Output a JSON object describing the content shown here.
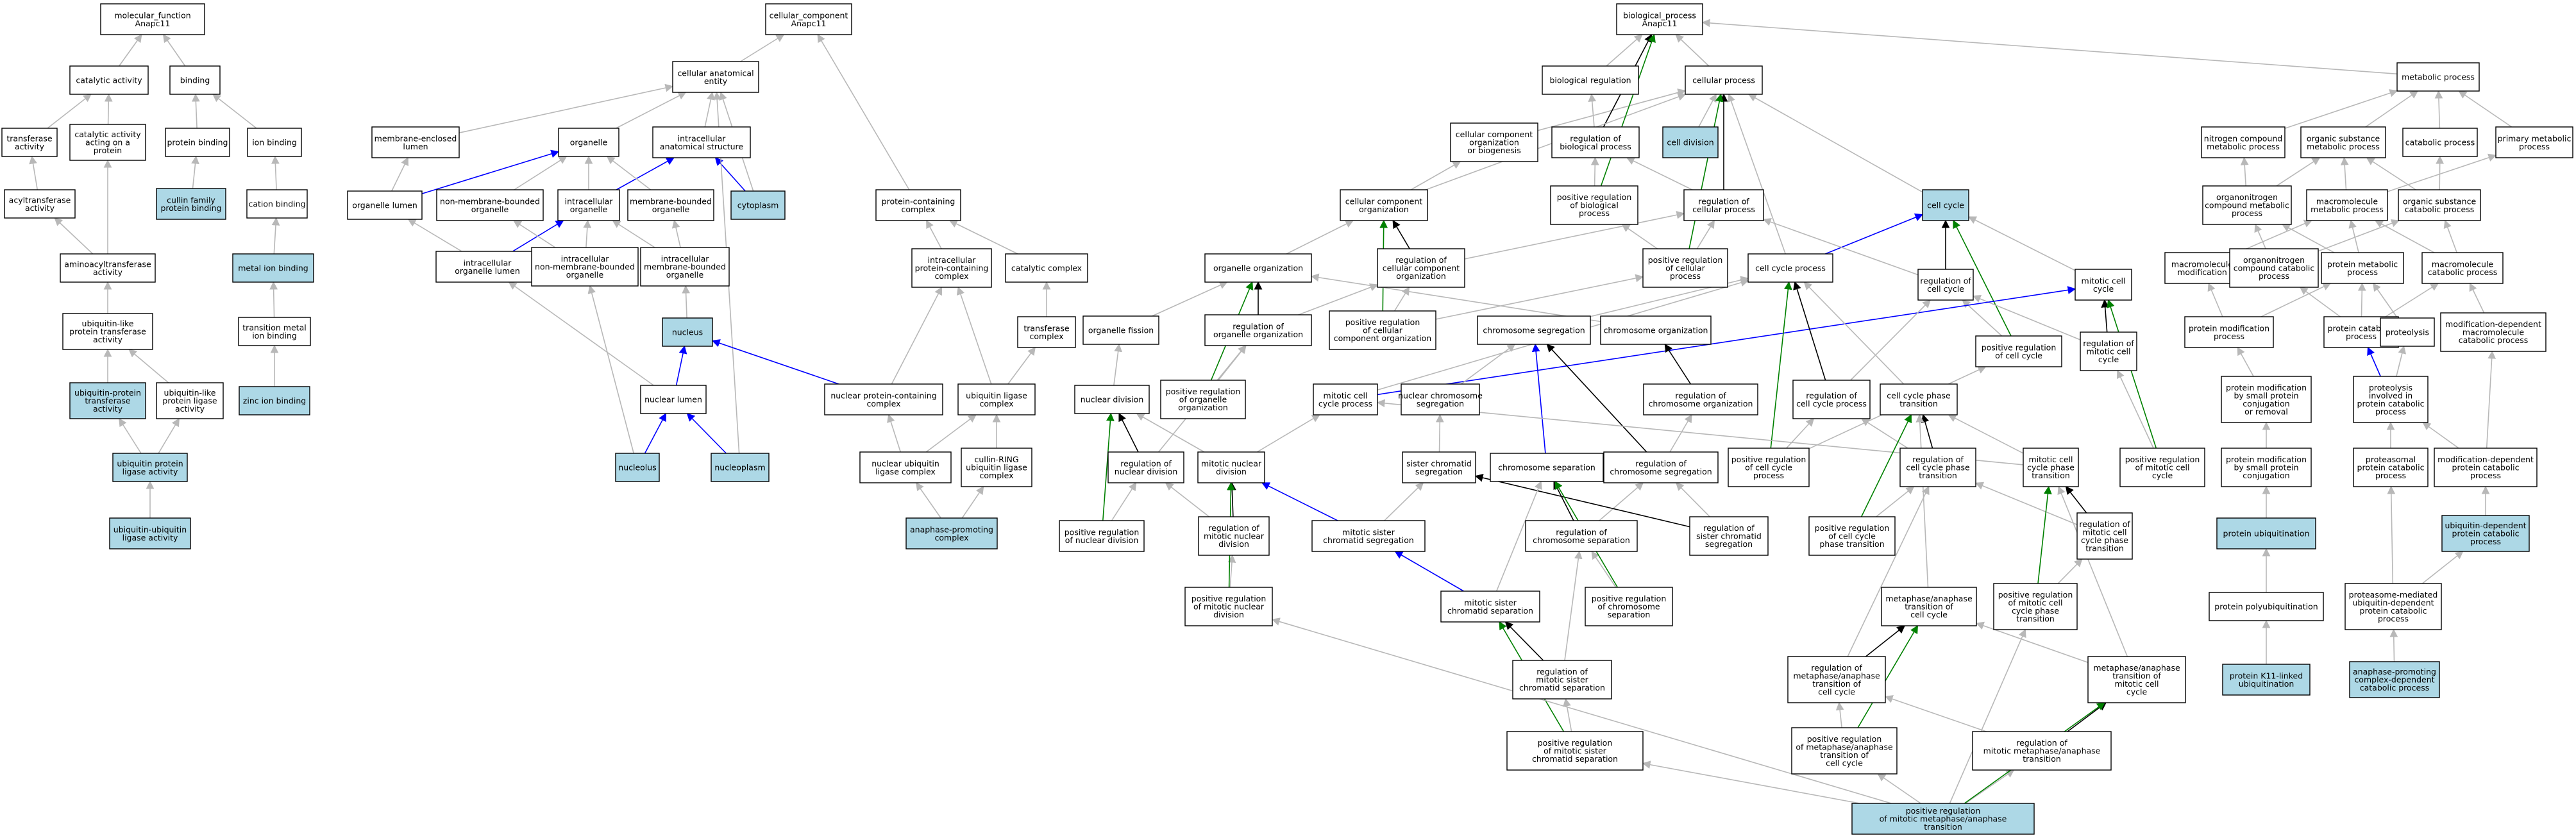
{
  "colors": {
    "plain_fill": "#ffffff",
    "highlight_fill": "#add8e6",
    "edge_default": "#b8b8b8",
    "edge_part_of": "#0000ff",
    "edge_regulates": "#008000",
    "edge_strong": "#000000"
  },
  "nodes": {
    "mf": {
      "lines": [
        "molecular_function",
        "Anapc11"
      ],
      "hl": false
    },
    "cc": {
      "lines": [
        "cellular_component",
        "Anapc11"
      ],
      "hl": false
    },
    "bp": {
      "lines": [
        "biological_process",
        "Anapc11"
      ],
      "hl": false
    },
    "catalytic": {
      "lines": [
        "catalytic activity"
      ],
      "hl": false
    },
    "binding": {
      "lines": [
        "binding"
      ],
      "hl": false
    },
    "transferase": {
      "lines": [
        "transferase",
        "activity"
      ],
      "hl": false
    },
    "cat_acting_protein": {
      "lines": [
        "catalytic activity",
        "acting on a",
        "protein"
      ],
      "hl": false
    },
    "protein_binding": {
      "lines": [
        "protein binding"
      ],
      "hl": false
    },
    "ion_binding": {
      "lines": [
        "ion binding"
      ],
      "hl": false
    },
    "acyltransferase": {
      "lines": [
        "acyltransferase",
        "activity"
      ],
      "hl": false
    },
    "cullin_binding": {
      "lines": [
        "cullin family",
        "protein binding"
      ],
      "hl": true
    },
    "cation_binding": {
      "lines": [
        "cation binding"
      ],
      "hl": false
    },
    "aminoacyltransferase": {
      "lines": [
        "aminoacyltransferase",
        "activity"
      ],
      "hl": false
    },
    "metal_ion_binding": {
      "lines": [
        "metal ion binding"
      ],
      "hl": true
    },
    "ubl_transferase": {
      "lines": [
        "ubiquitin-like",
        "protein transferase",
        "activity"
      ],
      "hl": false
    },
    "transition_metal": {
      "lines": [
        "transition metal",
        "ion binding"
      ],
      "hl": false
    },
    "ub_transferase": {
      "lines": [
        "ubiquitin-protein",
        "transferase",
        "activity"
      ],
      "hl": true
    },
    "ubl_ligase": {
      "lines": [
        "ubiquitin-like",
        "protein ligase",
        "activity"
      ],
      "hl": false
    },
    "zinc": {
      "lines": [
        "zinc ion binding"
      ],
      "hl": true
    },
    "ub_ligase": {
      "lines": [
        "ubiquitin protein",
        "ligase activity"
      ],
      "hl": true
    },
    "ub_ub_ligase": {
      "lines": [
        "ubiquitin-ubiquitin",
        "ligase activity"
      ],
      "hl": true
    },
    "cae": {
      "lines": [
        "cellular anatomical",
        "entity"
      ],
      "hl": false
    },
    "membrane_lumen": {
      "lines": [
        "membrane-enclosed",
        "lumen"
      ],
      "hl": false
    },
    "organelle": {
      "lines": [
        "organelle"
      ],
      "hl": false
    },
    "intracellular_struct": {
      "lines": [
        "intracellular",
        "anatomical structure"
      ],
      "hl": false
    },
    "organelle_lumen": {
      "lines": [
        "organelle lumen"
      ],
      "hl": false
    },
    "nonmem_org": {
      "lines": [
        "non-membrane-bounded",
        "organelle"
      ],
      "hl": false
    },
    "intra_org": {
      "lines": [
        "intracellular",
        "organelle"
      ],
      "hl": false
    },
    "mem_org": {
      "lines": [
        "membrane-bounded",
        "organelle"
      ],
      "hl": false
    },
    "cytoplasm": {
      "lines": [
        "cytoplasm"
      ],
      "hl": true
    },
    "intra_org_lumen": {
      "lines": [
        "intracellular",
        "organelle lumen"
      ],
      "hl": false
    },
    "intra_nonmem_org": {
      "lines": [
        "intracellular",
        "non-membrane-bounded",
        "organelle"
      ],
      "hl": false
    },
    "intra_mem_org": {
      "lines": [
        "intracellular",
        "membrane-bounded",
        "organelle"
      ],
      "hl": false
    },
    "nucleus": {
      "lines": [
        "nucleus"
      ],
      "hl": true
    },
    "nuclear_lumen": {
      "lines": [
        "nuclear lumen"
      ],
      "hl": false
    },
    "nucleolus": {
      "lines": [
        "nucleolus"
      ],
      "hl": true
    },
    "nucleoplasm": {
      "lines": [
        "nucleoplasm"
      ],
      "hl": true
    },
    "pcc": {
      "lines": [
        "protein-containing",
        "complex"
      ],
      "hl": false
    },
    "intra_pcc": {
      "lines": [
        "intracellular",
        "protein-containing",
        "complex"
      ],
      "hl": false
    },
    "catalytic_complex": {
      "lines": [
        "catalytic complex"
      ],
      "hl": false
    },
    "transferase_complex": {
      "lines": [
        "transferase",
        "complex"
      ],
      "hl": false
    },
    "nuclear_pcc": {
      "lines": [
        "nuclear protein-containing",
        "complex"
      ],
      "hl": false
    },
    "ub_ligase_complex": {
      "lines": [
        "ubiquitin ligase",
        "complex"
      ],
      "hl": false
    },
    "nuclear_ub_ligase_complex": {
      "lines": [
        "nuclear ubiquitin",
        "ligase complex"
      ],
      "hl": false
    },
    "cullin_ring": {
      "lines": [
        "cullin-RING",
        "ubiquitin ligase",
        "complex"
      ],
      "hl": false
    },
    "apc": {
      "lines": [
        "anaphase-promoting",
        "complex"
      ],
      "hl": true
    },
    "bio_reg": {
      "lines": [
        "biological regulation"
      ],
      "hl": false
    },
    "cellular_process": {
      "lines": [
        "cellular process"
      ],
      "hl": false
    },
    "ccob": {
      "lines": [
        "cellular component",
        "organization",
        "or biogenesis"
      ],
      "hl": false
    },
    "reg_bio": {
      "lines": [
        "regulation of",
        "biological process"
      ],
      "hl": false
    },
    "cell_division": {
      "lines": [
        "cell division"
      ],
      "hl": true
    },
    "ccorg": {
      "lines": [
        "cellular component",
        "organization"
      ],
      "hl": false
    },
    "pos_reg_bio": {
      "lines": [
        "positive regulation",
        "of biological",
        "process"
      ],
      "hl": false
    },
    "reg_cell_proc": {
      "lines": [
        "regulation of",
        "cellular process"
      ],
      "hl": false
    },
    "cell_cycle": {
      "lines": [
        "cell cycle"
      ],
      "hl": true
    },
    "org_org": {
      "lines": [
        "organelle organization"
      ],
      "hl": false
    },
    "reg_ccorg": {
      "lines": [
        "regulation of",
        "cellular component",
        "organization"
      ],
      "hl": false
    },
    "pos_reg_cell_proc": {
      "lines": [
        "positive regulation",
        "of cellular",
        "process"
      ],
      "hl": false
    },
    "cell_cycle_process": {
      "lines": [
        "cell cycle process"
      ],
      "hl": false
    },
    "reg_cell_cycle": {
      "lines": [
        "regulation of",
        "cell cycle"
      ],
      "hl": false
    },
    "mitotic_cell_cycle": {
      "lines": [
        "mitotic cell",
        "cycle"
      ],
      "hl": false
    },
    "org_fission": {
      "lines": [
        "organelle fission"
      ],
      "hl": false
    },
    "reg_org_org": {
      "lines": [
        "regulation of",
        "organelle organization"
      ],
      "hl": false
    },
    "pos_reg_ccorg": {
      "lines": [
        "positive regulation",
        "of cellular",
        "component organization"
      ],
      "hl": false
    },
    "chrom_seg": {
      "lines": [
        "chromosome segregation"
      ],
      "hl": false
    },
    "chrom_org": {
      "lines": [
        "chromosome organization"
      ],
      "hl": false
    },
    "pos_reg_cell_cycle": {
      "lines": [
        "positive regulation",
        "of cell cycle"
      ],
      "hl": false
    },
    "reg_mitotic_cc": {
      "lines": [
        "regulation of",
        "mitotic cell",
        "cycle"
      ],
      "hl": false
    },
    "nuclear_division": {
      "lines": [
        "nuclear division"
      ],
      "hl": false
    },
    "pos_reg_org_org": {
      "lines": [
        "positive regulation",
        "of organelle",
        "organization"
      ],
      "hl": false
    },
    "mitotic_ccp": {
      "lines": [
        "mitotic cell",
        "cycle process"
      ],
      "hl": false
    },
    "nuclear_chrom_seg": {
      "lines": [
        "nuclear chromosome",
        "segregation"
      ],
      "hl": false
    },
    "reg_chrom_org": {
      "lines": [
        "regulation of",
        "chromosome organization"
      ],
      "hl": false
    },
    "reg_ccp": {
      "lines": [
        "regulation of",
        "cell cycle process"
      ],
      "hl": false
    },
    "cc_phase_trans": {
      "lines": [
        "cell cycle phase",
        "transition"
      ],
      "hl": false
    },
    "reg_nuclear_div": {
      "lines": [
        "regulation of",
        "nuclear division"
      ],
      "hl": false
    },
    "mitotic_nuclear_div": {
      "lines": [
        "mitotic nuclear",
        "division"
      ],
      "hl": false
    },
    "sister_chromatid_seg": {
      "lines": [
        "sister chromatid",
        "segregation"
      ],
      "hl": false
    },
    "chrom_separation": {
      "lines": [
        "chromosome separation"
      ],
      "hl": false
    },
    "reg_chrom_seg": {
      "lines": [
        "regulation of",
        "chromosome segregation"
      ],
      "hl": false
    },
    "pos_reg_ccp": {
      "lines": [
        "positive regulation",
        "of cell cycle",
        "process"
      ],
      "hl": false
    },
    "reg_cc_phase_trans": {
      "lines": [
        "regulation of",
        "cell cycle phase",
        "transition"
      ],
      "hl": false
    },
    "mitotic_cc_phase_trans": {
      "lines": [
        "mitotic cell",
        "cycle phase",
        "transition"
      ],
      "hl": false
    },
    "pos_reg_mitotic_cc": {
      "lines": [
        "positive regulation",
        "of mitotic cell",
        "cycle"
      ],
      "hl": false
    },
    "pos_reg_nuclear_div": {
      "lines": [
        "positive regulation",
        "of nuclear division"
      ],
      "hl": false
    },
    "reg_mitotic_nuclear_div": {
      "lines": [
        "regulation of",
        "mitotic nuclear",
        "division"
      ],
      "hl": false
    },
    "mitotic_sister_seg": {
      "lines": [
        "mitotic sister",
        "chromatid segregation"
      ],
      "hl": false
    },
    "reg_chrom_separation": {
      "lines": [
        "regulation of",
        "chromosome separation"
      ],
      "hl": false
    },
    "reg_sister_seg": {
      "lines": [
        "regulation of",
        "sister chromatid",
        "segregation"
      ],
      "hl": false
    },
    "pos_reg_cc_phase_trans": {
      "lines": [
        "positive regulation",
        "of cell cycle",
        "phase transition"
      ],
      "hl": false
    },
    "reg_mitotic_cc_phase_trans": {
      "lines": [
        "regulation of",
        "mitotic cell",
        "cycle phase",
        "transition"
      ],
      "hl": false
    },
    "pos_reg_mitotic_nuclear_div": {
      "lines": [
        "positive regulation",
        "of mitotic nuclear",
        "division"
      ],
      "hl": false
    },
    "mitotic_sister_separation": {
      "lines": [
        "mitotic sister",
        "chromatid separation"
      ],
      "hl": false
    },
    "pos_reg_chrom_separation": {
      "lines": [
        "positive regulation",
        "of chromosome",
        "separation"
      ],
      "hl": false
    },
    "ma_trans_cc": {
      "lines": [
        "metaphase/anaphase",
        "transition of",
        "cell cycle"
      ],
      "hl": false
    },
    "pos_reg_mitotic_cc_phase_trans": {
      "lines": [
        "positive regulation",
        "of mitotic cell",
        "cycle phase",
        "transition"
      ],
      "hl": false
    },
    "reg_mitotic_sister_separation": {
      "lines": [
        "regulation of",
        "mitotic sister",
        "chromatid separation"
      ],
      "hl": false
    },
    "reg_ma_trans_cc": {
      "lines": [
        "regulation of",
        "metaphase/anaphase",
        "transition of",
        "cell cycle"
      ],
      "hl": false
    },
    "ma_trans_mitotic": {
      "lines": [
        "metaphase/anaphase",
        "transition of",
        "mitotic cell",
        "cycle"
      ],
      "hl": false
    },
    "pos_reg_mitotic_sister_separation": {
      "lines": [
        "positive regulation",
        "of mitotic sister",
        "chromatid separation"
      ],
      "hl": false
    },
    "pos_reg_ma_trans_cc": {
      "lines": [
        "positive regulation",
        "of metaphase/anaphase",
        "transition of",
        "cell cycle"
      ],
      "hl": false
    },
    "reg_mitotic_ma_trans": {
      "lines": [
        "regulation of",
        "mitotic metaphase/anaphase",
        "transition"
      ],
      "hl": false
    },
    "pos_reg_mitotic_ma_trans": {
      "lines": [
        "positive regulation",
        "of mitotic metaphase/anaphase",
        "transition"
      ],
      "hl": true
    },
    "metabolic_process": {
      "lines": [
        "metabolic process"
      ],
      "hl": false
    },
    "n_compound_met": {
      "lines": [
        "nitrogen compound",
        "metabolic process"
      ],
      "hl": false
    },
    "org_sub_met": {
      "lines": [
        "organic substance",
        "metabolic process"
      ],
      "hl": false
    },
    "catabolic": {
      "lines": [
        "catabolic process"
      ],
      "hl": false
    },
    "primary_met": {
      "lines": [
        "primary metabolic",
        "process"
      ],
      "hl": false
    },
    "organonitrogen_met": {
      "lines": [
        "organonitrogen",
        "compound metabolic",
        "process"
      ],
      "hl": false
    },
    "macromolecule_met": {
      "lines": [
        "macromolecule",
        "metabolic process"
      ],
      "hl": false
    },
    "org_sub_cat": {
      "lines": [
        "organic substance",
        "catabolic process"
      ],
      "hl": false
    },
    "macromolecule_mod": {
      "lines": [
        "macromolecule",
        "modification"
      ],
      "hl": false
    },
    "organonitrogen_cat": {
      "lines": [
        "organonitrogen",
        "compound catabolic",
        "process"
      ],
      "hl": false
    },
    "protein_met": {
      "lines": [
        "protein metabolic",
        "process"
      ],
      "hl": false
    },
    "macromolecule_cat": {
      "lines": [
        "macromolecule",
        "catabolic process"
      ],
      "hl": false
    },
    "protein_mod": {
      "lines": [
        "protein modification",
        "process"
      ],
      "hl": false
    },
    "protein_cat": {
      "lines": [
        "protein catabolic",
        "process"
      ],
      "hl": false
    },
    "proteolysis": {
      "lines": [
        "proteolysis"
      ],
      "hl": false
    },
    "mod_dep_macro_cat": {
      "lines": [
        "modification-dependent",
        "macromolecule",
        "catabolic process"
      ],
      "hl": false
    },
    "protein_mod_small": {
      "lines": [
        "protein modification",
        "by small protein",
        "conjugation",
        "or removal"
      ],
      "hl": false
    },
    "proteolysis_cat": {
      "lines": [
        "proteolysis",
        "involved in",
        "protein catabolic",
        "process"
      ],
      "hl": false
    },
    "protein_mod_small_conj": {
      "lines": [
        "protein modification",
        "by small protein",
        "conjugation"
      ],
      "hl": false
    },
    "proteasomal_cat": {
      "lines": [
        "proteasomal",
        "protein catabolic",
        "process"
      ],
      "hl": false
    },
    "mod_dep_protein_cat": {
      "lines": [
        "modification-dependent",
        "protein catabolic",
        "process"
      ],
      "hl": false
    },
    "protein_ubiquitination": {
      "lines": [
        "protein ubiquitination"
      ],
      "hl": true
    },
    "ub_dep_protein_cat": {
      "lines": [
        "ubiquitin-dependent",
        "protein catabolic",
        "process"
      ],
      "hl": true
    },
    "protein_polyub": {
      "lines": [
        "protein polyubiquitination"
      ],
      "hl": false
    },
    "proteasome_ub_dep": {
      "lines": [
        "proteasome-mediated",
        "ubiquitin-dependent",
        "protein catabolic",
        "process"
      ],
      "hl": false
    },
    "k11_ub": {
      "lines": [
        "protein K11-linked",
        "ubiquitination"
      ],
      "hl": true
    },
    "apc_dep_cat": {
      "lines": [
        "anaphase-promoting",
        "complex-dependent",
        "catabolic process"
      ],
      "hl": true
    }
  }
}
